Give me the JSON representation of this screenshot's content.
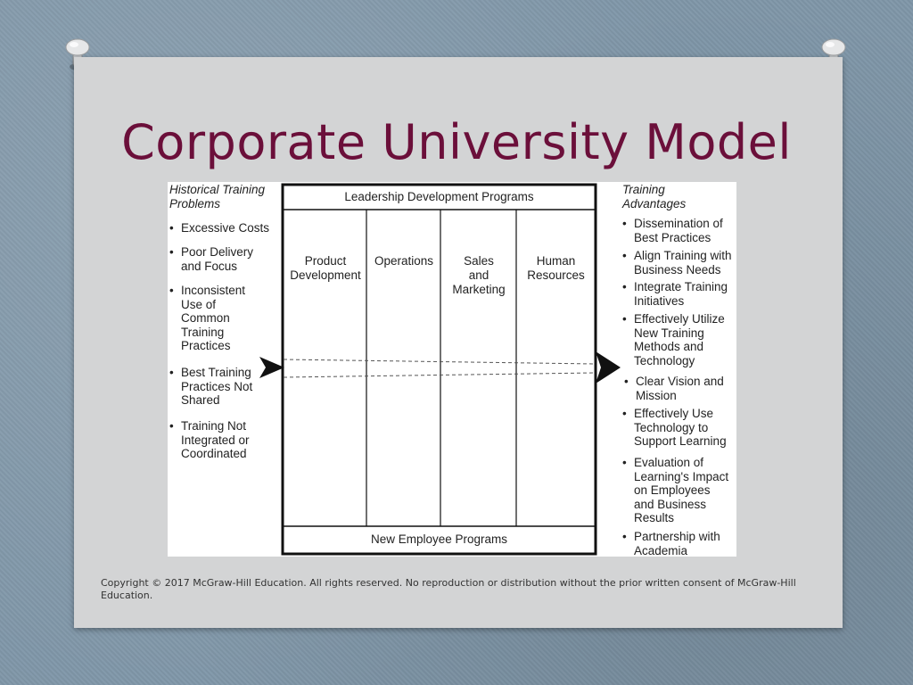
{
  "slide": {
    "title": "Corporate University Model",
    "copyright": "Copyright © 2017 McGraw-Hill Education. All rights reserved. No reproduction or distribution without the prior written consent of McGraw-Hill Education."
  },
  "figure": {
    "left_heading": [
      "Historical Training",
      "Problems"
    ],
    "problems": [
      [
        "Excessive Costs"
      ],
      [
        "Poor Delivery",
        "and Focus"
      ],
      [
        "Inconsistent",
        "Use of",
        "Common",
        "Training",
        "Practices"
      ],
      [
        "Best Training",
        "Practices Not",
        "Shared"
      ],
      [
        "Training Not",
        "Integrated or",
        "Coordinated"
      ]
    ],
    "top_box": "Leadership Development Programs",
    "bottom_box": "New Employee Programs",
    "columns": [
      [
        "Product",
        "Development"
      ],
      [
        "Operations"
      ],
      [
        "Sales",
        "and",
        "Marketing"
      ],
      [
        "Human",
        "Resources"
      ]
    ],
    "right_heading": [
      "Training",
      "Advantages"
    ],
    "advantages": [
      [
        "Dissemination of",
        "Best Practices"
      ],
      [
        "Align Training with",
        "Business Needs"
      ],
      [
        "Integrate Training",
        "Initiatives"
      ],
      [
        "Effectively Utilize",
        "New Training",
        "Methods and",
        "Technology"
      ],
      [
        "Clear Vision and",
        "Mission"
      ],
      [
        "Effectively Use",
        "Technology to",
        "Support Learning"
      ],
      [
        "Evaluation of",
        "Learning's Impact",
        "on Employees",
        "and Business",
        "Results"
      ],
      [
        "Partnership with",
        "Academia"
      ]
    ],
    "bullet": "•"
  },
  "icons": {
    "pin": "pushpin-icon",
    "arrow": "arrow-right-icon"
  },
  "colors": {
    "title": "#6b0f3a",
    "slide": "#d3d4d5",
    "background": "#7f96a8"
  }
}
